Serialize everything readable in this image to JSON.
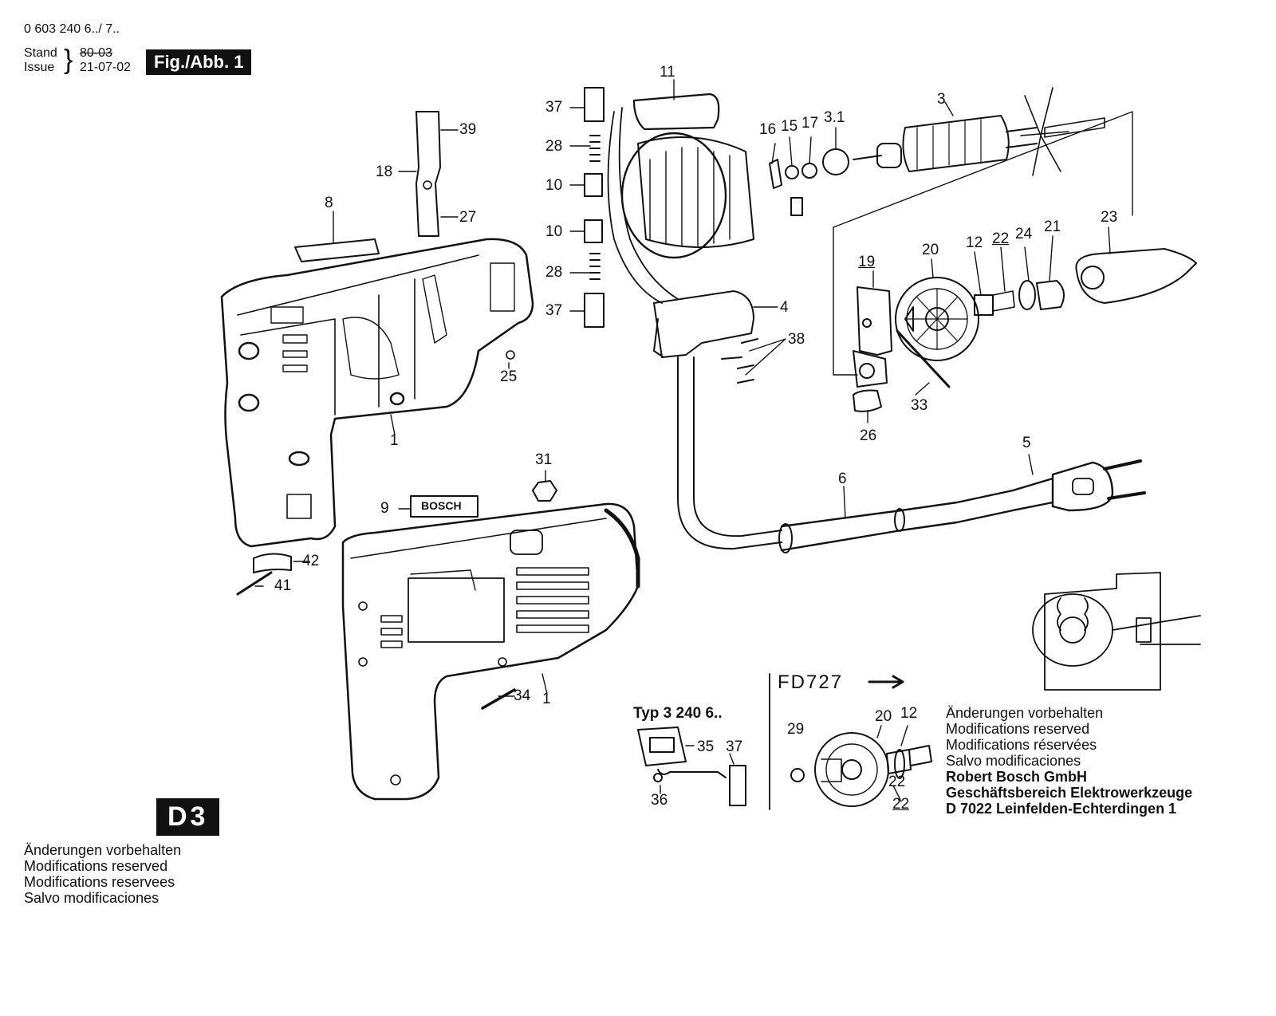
{
  "header": {
    "part_number": "0 603 240 6../ 7..",
    "stand_label": "Stand",
    "issue_label": "Issue",
    "stand_date_struck": "80-03",
    "issue_date": "21-07-02",
    "figure_label": "Fig./Abb. 1"
  },
  "section_badge": "D3",
  "callouts": {
    "c1": "1",
    "c1b": "1",
    "c3": "3",
    "c3_1": "3.1",
    "c4": "4",
    "c5": "5",
    "c6": "6",
    "c8": "8",
    "c9": "9",
    "c10a": "10",
    "c10b": "10",
    "c11": "11",
    "c12": "12",
    "c15": "15",
    "c16": "16",
    "c17": "17",
    "c18": "18",
    "c19": "19",
    "c20": "20",
    "c21": "21",
    "c22": "22",
    "c23": "23",
    "c24": "24",
    "c25": "25",
    "c26": "26",
    "c27": "27",
    "c28a": "28",
    "c28b": "28",
    "c31": "31",
    "c33": "33",
    "c34": "34",
    "c37a": "37",
    "c37b": "37",
    "c38": "38",
    "c39": "39",
    "c41": "41",
    "c42": "42"
  },
  "brand_plate": "BOSCH",
  "inset_type": {
    "title_prefix": "Typ",
    "title_number": "3 240 6..",
    "c35": "35",
    "c36": "36",
    "c37": "37"
  },
  "inset_fd": {
    "label": "FD727",
    "c29": "29",
    "c20": "20",
    "c12": "12",
    "c22a": "22",
    "c22b": "22"
  },
  "notes_right": [
    "Änderungen vorbehalten",
    "Modifications reserved",
    "Modifications réservées",
    "Salvo modificaciones"
  ],
  "company": [
    "Robert Bosch GmbH",
    "Geschäftsbereich Elektrowerkzeuge",
    "D 7022 Leinfelden-Echterdingen 1"
  ],
  "notes_left": [
    "Änderungen vorbehalten",
    "Modifications reserved",
    "Modifications reservees",
    "Salvo modificaciones"
  ]
}
